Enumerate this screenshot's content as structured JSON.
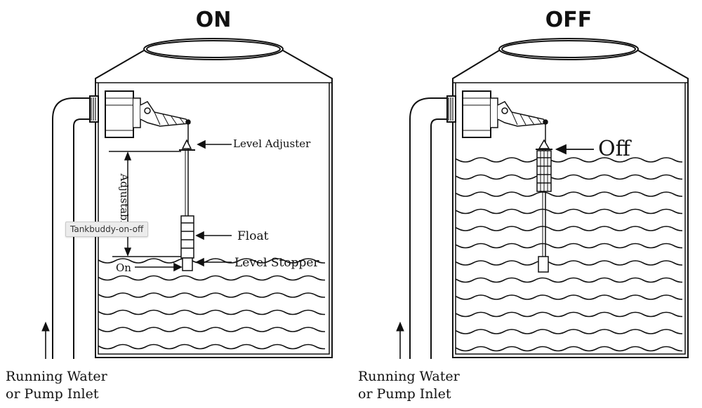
{
  "panels": {
    "on": {
      "title": "ON",
      "level_adjuster_label": "Level Adjuster",
      "adjustable_label": "Adjustable",
      "float_label": "Float",
      "level_stopper_label": "Level Stopper",
      "on_label": "On",
      "inlet_line1": "Running Water",
      "inlet_line2": "or Pump Inlet"
    },
    "off": {
      "title": "OFF",
      "off_label": "Off",
      "inlet_line1": "Running Water",
      "inlet_line2": "or Pump Inlet"
    }
  },
  "tooltip": {
    "text": "Tankbuddy-on-off"
  }
}
